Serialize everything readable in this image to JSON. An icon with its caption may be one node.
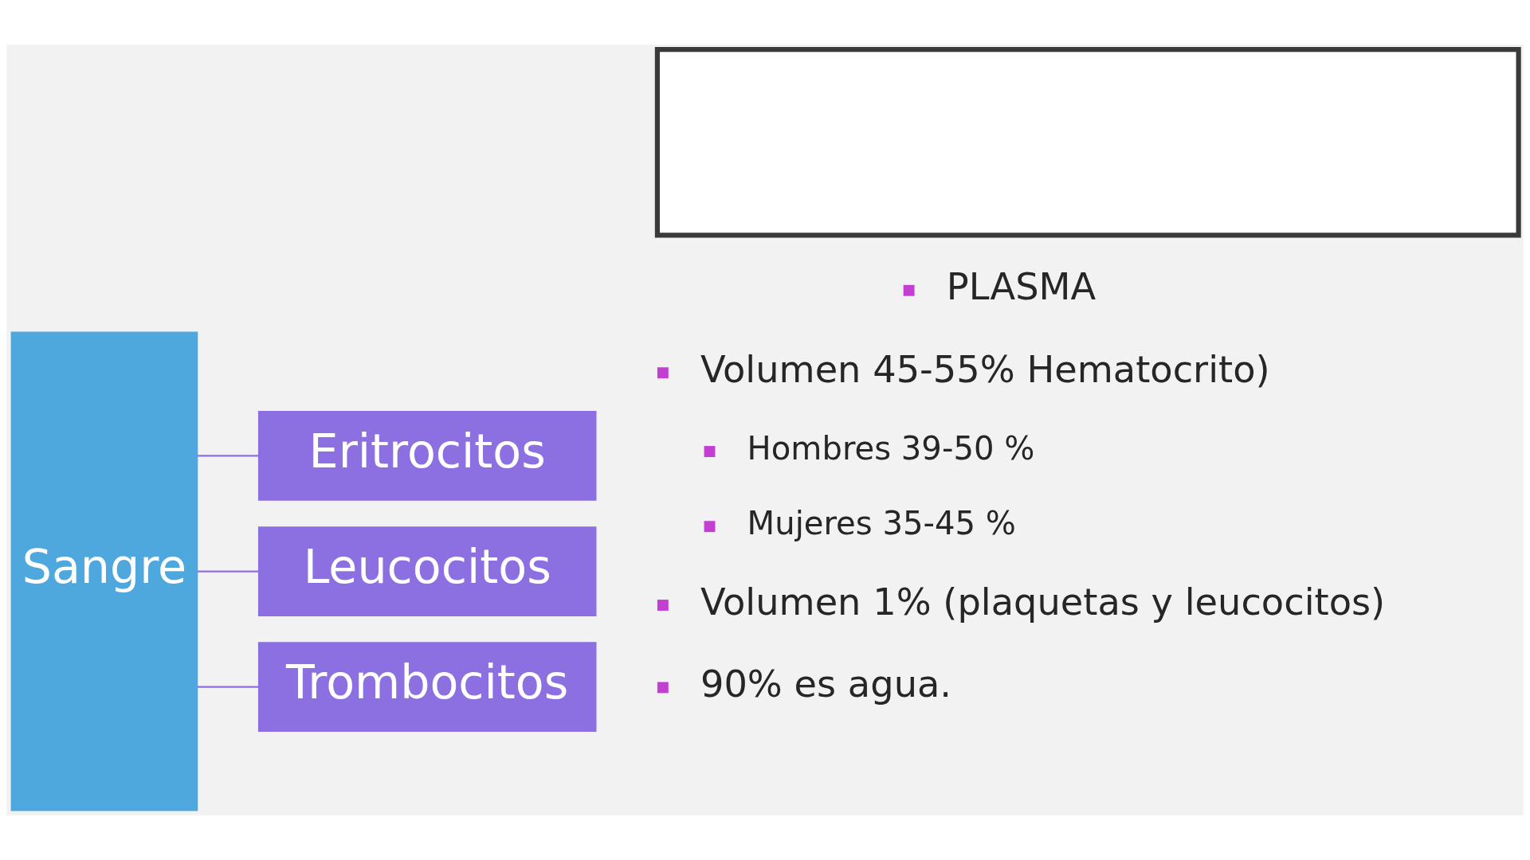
{
  "diagram": {
    "nodes": [
      {
        "text": [],
        "shape": "box"
      },
      {
        "text": [
          "Sangre"
        ]
      },
      {
        "text": [
          "Eritrocitos"
        ]
      },
      {
        "text": [
          "Leucocitos"
        ]
      },
      {
        "text": [
          "Trombocitos"
        ]
      }
    ],
    "edges": [
      {
        "from": 1,
        "to": 2,
        "arrow": "none"
      },
      {
        "from": 1,
        "to": 3,
        "arrow": "none"
      },
      {
        "from": 1,
        "to": 4,
        "arrow": "none"
      }
    ],
    "labels": [
      "PLASMA",
      "Volumen 45-55% Hematocrito)",
      "Hombres 39-50 %",
      "Mujeres 35-45 %",
      "Volumen 1% (plaquetas y leucocitos)",
      "90% es agua."
    ]
  }
}
